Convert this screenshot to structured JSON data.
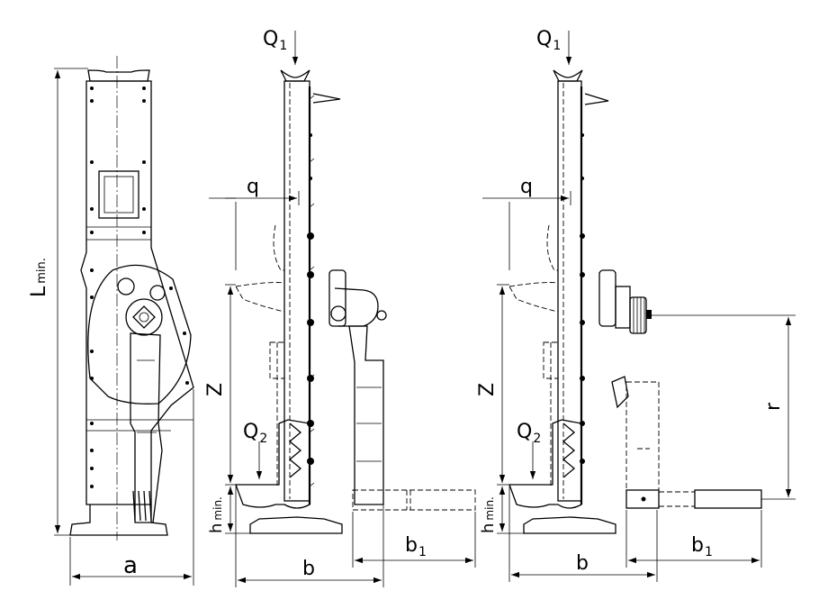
{
  "labels": {
    "a": "a",
    "b": "b",
    "b1_main": "b",
    "b1_sub": "1",
    "q": "q",
    "Q1_main": "Q",
    "Q1_sub": "1",
    "Q2_main": "Q",
    "Q2_sub": "2",
    "Z": "Z",
    "r": "r",
    "L_main": "L",
    "L_sub": "min.",
    "h_main": "h",
    "h_sub": "min."
  }
}
